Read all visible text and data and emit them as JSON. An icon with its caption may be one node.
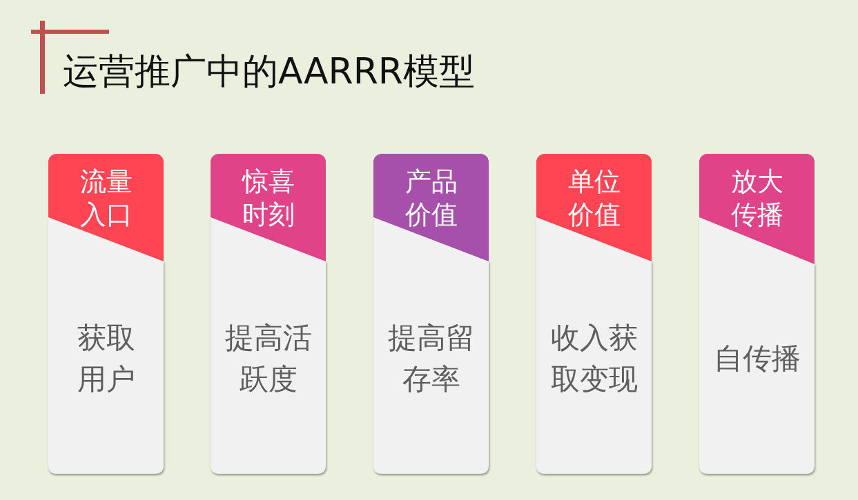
{
  "diagram": {
    "title": "运营推广中的AARRR模型",
    "nodes": [
      {
        "text": [
          "流量入口",
          "获取用户"
        ]
      },
      {
        "text": [
          "惊喜时刻",
          "提高活跃度"
        ]
      },
      {
        "text": [
          "产品价值",
          "提高留存率"
        ]
      },
      {
        "text": [
          "单位价值",
          "收入获取变现"
        ]
      },
      {
        "text": [
          "放大传播",
          "自传播"
        ]
      }
    ]
  }
}
